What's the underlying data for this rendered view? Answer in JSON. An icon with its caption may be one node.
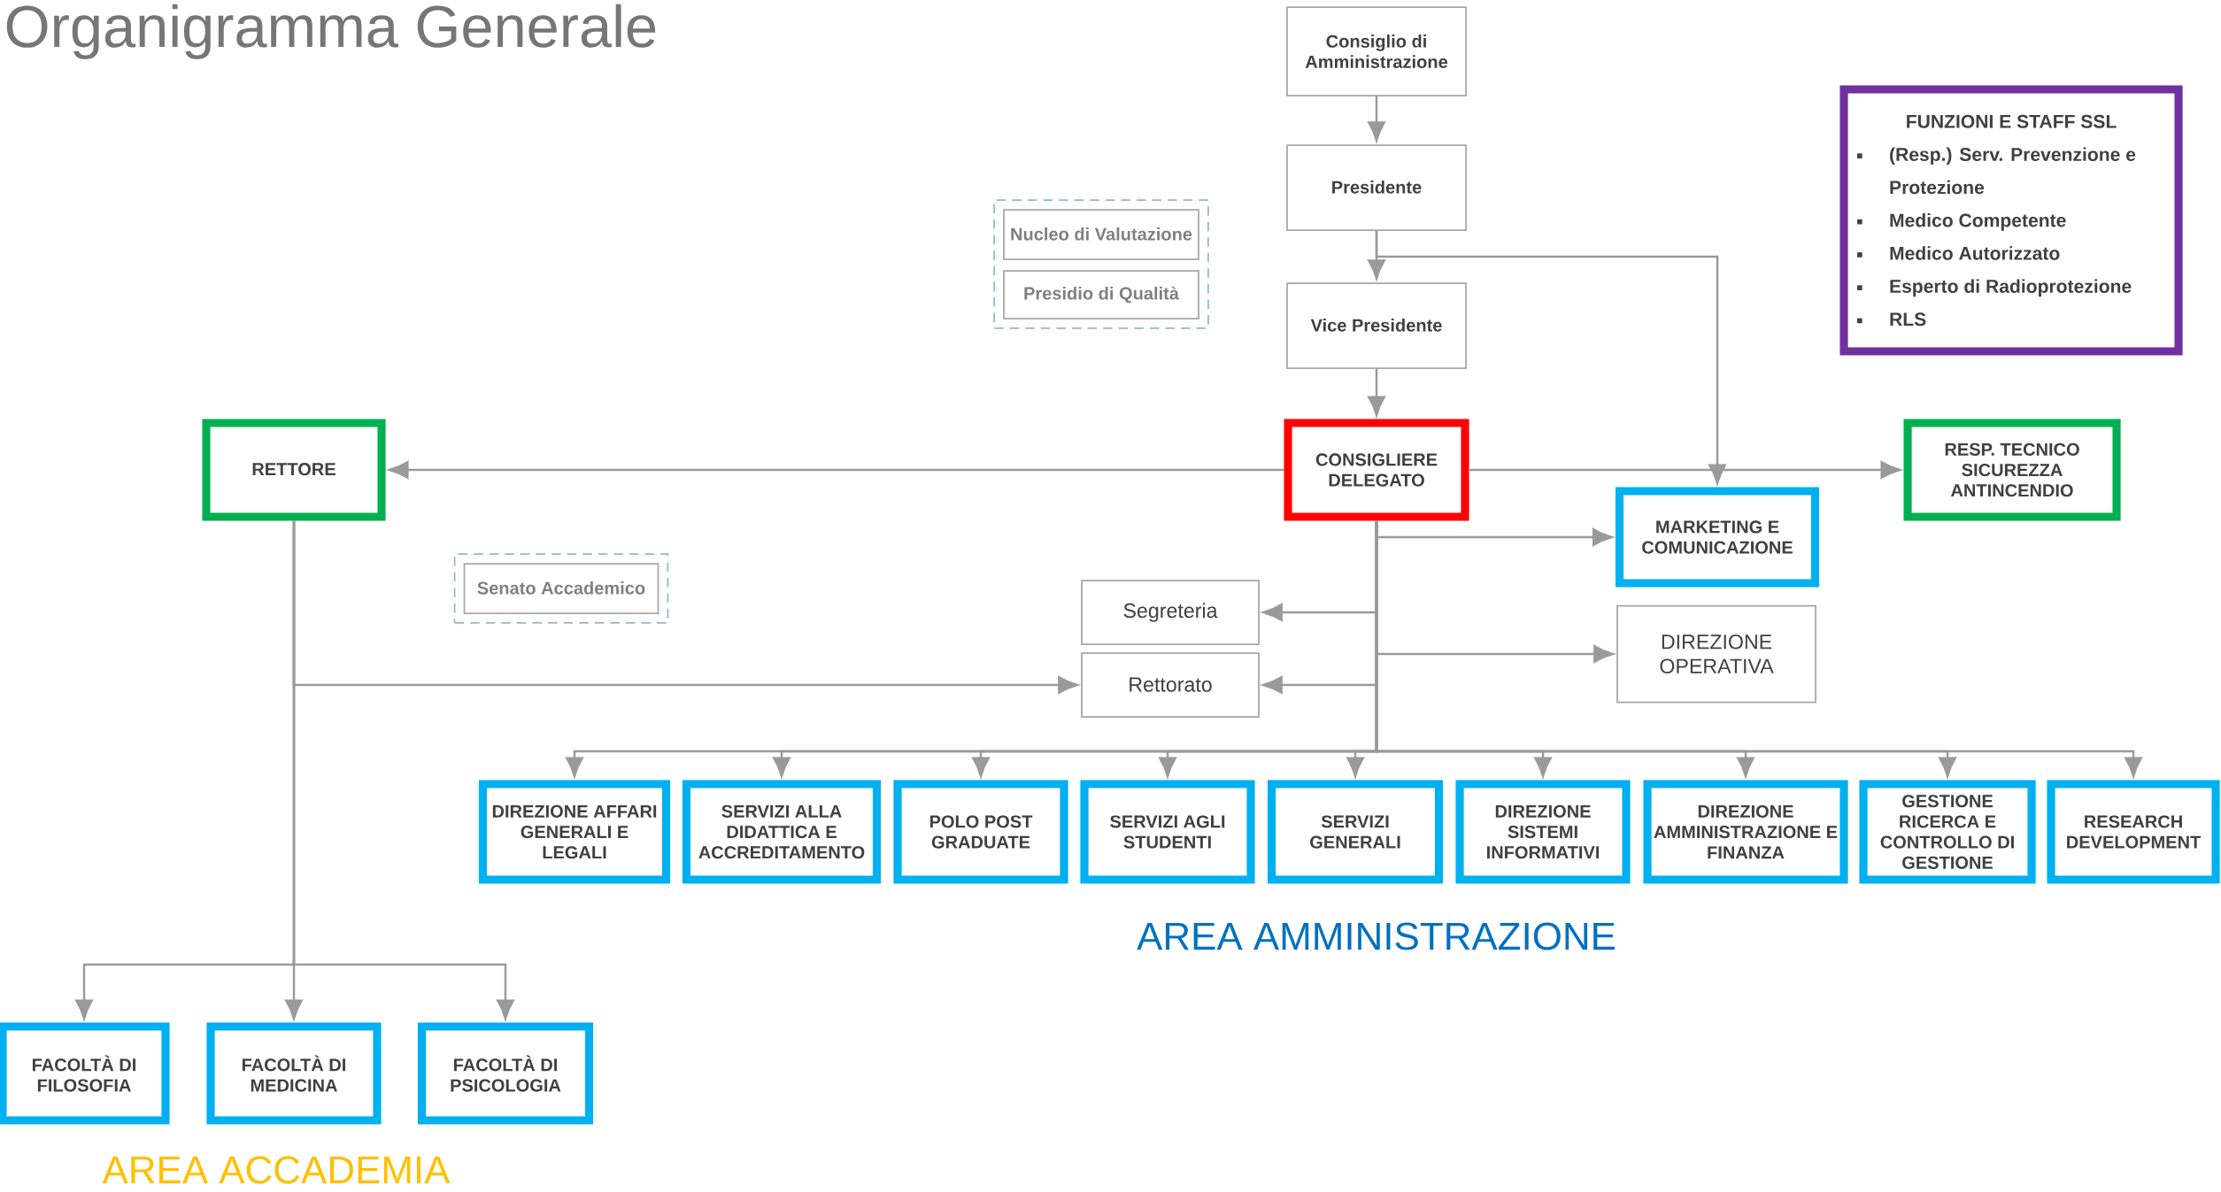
{
  "diagram": {
    "title": "Organigramma Generale",
    "nodes": [
      {
        "text": [
          "Consiglio di Amministrazione"
        ]
      },
      {
        "text": [
          "Presidente"
        ]
      },
      {
        "text": [
          "Vice Presidente"
        ]
      },
      {
        "text": [
          "CONSIGLIERE DELEGATO"
        ]
      },
      {
        "text": [
          "RETTORE"
        ]
      },
      {
        "text": [
          "RESP. TECNICO SICUREZZA ANTINCENDIO"
        ]
      },
      {
        "text": [
          "MARKETING E COMUNICAZIONE"
        ]
      },
      {
        "text": [
          "FUNZIONI E STAFF SSL",
          "(Resp.) Serv. Prevenzione e Protezione",
          "Medico Competente",
          "Medico Autorizzato",
          "Esperto di Radioprotezione",
          "RLS"
        ]
      },
      {
        "text": [],
        "shape": "box"
      },
      {
        "text": [
          "Nucleo di Valutazione"
        ],
        "in": 8
      },
      {
        "text": [
          "Presidio di Qualità"
        ],
        "in": 8
      },
      {
        "text": [],
        "shape": "box"
      },
      {
        "text": [
          "Senato Accademico"
        ],
        "in": 11
      },
      {
        "text": [
          "Segreteria"
        ]
      },
      {
        "text": [
          "Rettorato"
        ]
      },
      {
        "text": [
          "DIREZIONE OPERATIVA"
        ]
      },
      {
        "text": [
          "DIREZIONE AFFARI GENERALI E LEGALI"
        ]
      },
      {
        "text": [
          "SERVIZI ALLA DIDATTICA E ACCREDITAMENTO"
        ]
      },
      {
        "text": [
          "POLO POST GRADUATE"
        ]
      },
      {
        "text": [
          "SERVIZI AGLI STUDENTI"
        ]
      },
      {
        "text": [
          "SERVIZI GENERALI"
        ]
      },
      {
        "text": [
          "DIREZIONE SISTEMI INFORMATIVI"
        ]
      },
      {
        "text": [
          "DIREZIONE AMMINISTRAZIONE E FINANZA"
        ]
      },
      {
        "text": [
          "GESTIONE RICERCA E CONTROLLO DI GESTIONE"
        ]
      },
      {
        "text": [
          "RESEARCH DEVELOPMENT"
        ]
      },
      {
        "text": [
          "FACOLTÀ DI FILOSOFIA"
        ]
      },
      {
        "text": [
          "FACOLTÀ DI MEDICINA"
        ]
      },
      {
        "text": [
          "FACOLTÀ DI PSICOLOGIA"
        ]
      }
    ],
    "edges": [
      {
        "from": 0,
        "to": 1,
        "arrow": "to"
      },
      {
        "from": 1,
        "to": 2,
        "arrow": "to"
      },
      {
        "from": 1,
        "to": 6,
        "arrow": "to"
      },
      {
        "from": 2,
        "to": 3,
        "arrow": "to"
      },
      {
        "from": 3,
        "to": 4,
        "arrow": "to"
      },
      {
        "from": 3,
        "to": 5,
        "arrow": "to"
      },
      {
        "from": 3,
        "to": 6,
        "arrow": "to"
      },
      {
        "from": 3,
        "to": 13,
        "arrow": "to"
      },
      {
        "from": 3,
        "to": 14,
        "arrow": "to"
      },
      {
        "from": 3,
        "to": 15,
        "arrow": "to"
      },
      {
        "from": 3,
        "to": 16,
        "arrow": "to"
      },
      {
        "from": 3,
        "to": 17,
        "arrow": "to"
      },
      {
        "from": 3,
        "to": 18,
        "arrow": "to"
      },
      {
        "from": 3,
        "to": 19,
        "arrow": "to"
      },
      {
        "from": 3,
        "to": 20,
        "arrow": "to"
      },
      {
        "from": 3,
        "to": 21,
        "arrow": "to"
      },
      {
        "from": 3,
        "to": 22,
        "arrow": "to"
      },
      {
        "from": 3,
        "to": 23,
        "arrow": "to"
      },
      {
        "from": 3,
        "to": 24,
        "arrow": "to"
      },
      {
        "from": 4,
        "to": 14,
        "arrow": "to"
      },
      {
        "from": 4,
        "to": 25,
        "arrow": "to"
      },
      {
        "from": 4,
        "to": 26,
        "arrow": "to"
      },
      {
        "from": 4,
        "to": 27,
        "arrow": "to"
      }
    ],
    "labels": [
      "AREA AMMINISTRAZIONE",
      "AREA ACCADEMIA"
    ]
  }
}
